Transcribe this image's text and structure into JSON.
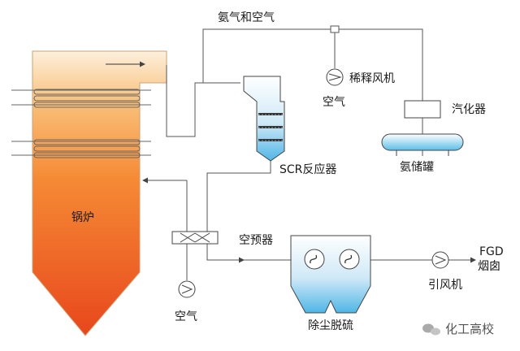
{
  "labels": {
    "ammonia_air": "氨气和空气",
    "dilution_fan": "稀释风机",
    "air_top": "空气",
    "vaporizer": "汽化器",
    "ammonia_tank": "氨储罐",
    "scr_reactor": "SCR反应器",
    "boiler": "锅炉",
    "air_preheater": "空预器",
    "air_bottom": "空气",
    "dust_desulfur": "除尘脱硫",
    "induced_fan": "引风机",
    "fgd": "FGD",
    "flue_gas": "烟囱"
  },
  "watermark": {
    "text": "化工高校",
    "icon": "wechat-icon"
  },
  "colors": {
    "boiler_top": "#fbe7c6",
    "boiler_mid": "#f5822c",
    "boiler_bottom": "#e8471c",
    "equipment_blue": "#4fb6e6",
    "line": "#555555"
  }
}
